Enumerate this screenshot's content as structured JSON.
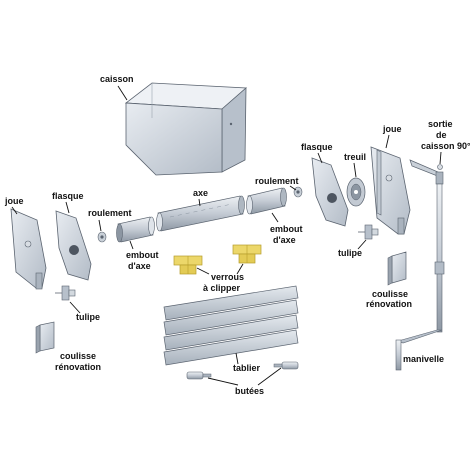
{
  "labels": {
    "caisson": "caisson",
    "joue_right": "joue",
    "sortie_1": "sortie",
    "sortie_2": "de",
    "sortie_3": "caisson 90°",
    "flasque_right": "flasque",
    "treuil": "treuil",
    "axe": "axe",
    "roulement_right": "roulement",
    "roulement_left": "roulement",
    "joue_left": "joue",
    "flasque_left": "flasque",
    "embout_right_1": "embout",
    "embout_right_2": "d'axe",
    "embout_left_1": "embout",
    "embout_left_2": "d'axe",
    "tulipe_right": "tulipe",
    "tulipe_left": "tulipe",
    "verrous_1": "verrous",
    "verrous_2": "à clipper",
    "coulisse_right_1": "coulisse",
    "coulisse_right_2": "rénovation",
    "coulisse_left_1": "coulisse",
    "coulisse_left_2": "rénovation",
    "manivelle": "manivelle",
    "tablier": "tablier",
    "butees": "butées"
  },
  "colors": {
    "metal_light": "#dde3ea",
    "metal_mid": "#b9c2cc",
    "metal_dark": "#8c96a2",
    "clip_yellow": "#ecd76a",
    "outline": "#5b6470"
  }
}
